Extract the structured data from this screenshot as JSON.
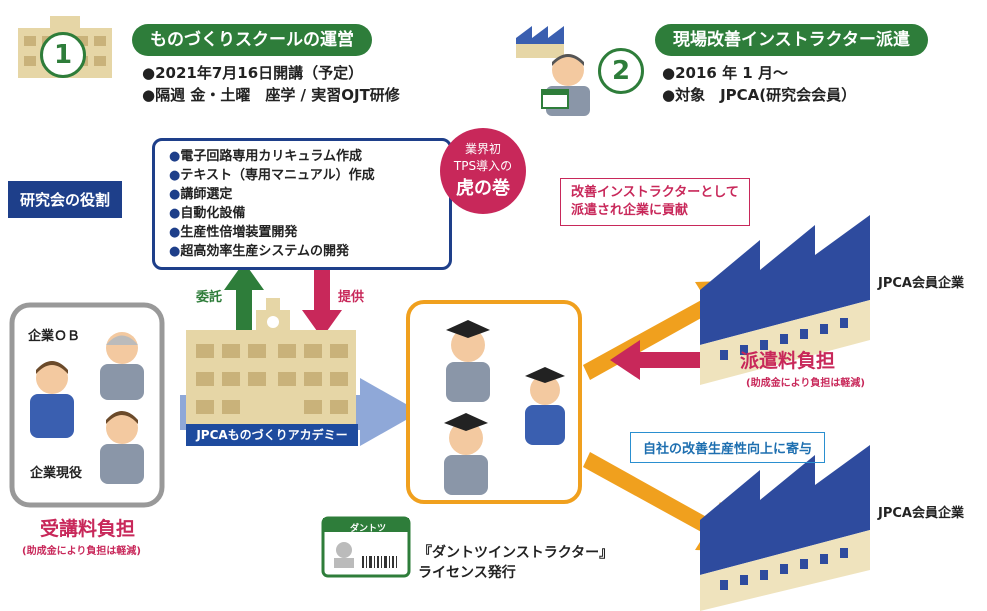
{
  "section1": {
    "number": "1",
    "title": "ものづくりスクールの運営",
    "items": [
      "2021年7月16日開講（予定）",
      "隔週 金・土曜　座学 / 実習OJT研修"
    ]
  },
  "section2": {
    "number": "2",
    "title": "現場改善インストラクター派遣",
    "items": [
      "2016 年 1 月〜",
      "対象　JPCA(研究会会員）"
    ]
  },
  "roles": {
    "label": "研究会の役割",
    "items": [
      "電子回路専用カリキュラム作成",
      "テキスト（専用マニュアル）作成",
      "講師選定",
      "自動化設備",
      "生産性倍増装置開発",
      "超高効率生産システムの開発"
    ]
  },
  "badge": {
    "line1": "業界初",
    "line2": "TPS導入の",
    "line3": "虎の巻"
  },
  "arrows": {
    "entrust": "委託",
    "provide": "提供"
  },
  "trainees": {
    "ob": "企業ＯＢ",
    "current": "企業現役",
    "fee": "受講料負担",
    "fee_note": "(助成金により負担は軽減)"
  },
  "academy": {
    "name": "JPCAものづくりアカデミー"
  },
  "license": {
    "card_label": "ダントツ",
    "line1": "『ダントツインストラクター』",
    "line2": "ライセンス発行"
  },
  "dispatch": {
    "note_line1": "改善インストラクターとして",
    "note_line2": "派遣され企業に貢献",
    "fee": "派遣料負担",
    "fee_note": "(助成金により負担は軽減)",
    "improve": "自社の改善生産性向上に寄与",
    "company1": "JPCA会員企業",
    "company2": "JPCA会員企業"
  },
  "colors": {
    "green": "#2e7d3a",
    "navy": "#1e3f8a",
    "crimson": "#c8285a",
    "orange": "#f0a01e",
    "arrow_blue": "#8fa8d8"
  }
}
